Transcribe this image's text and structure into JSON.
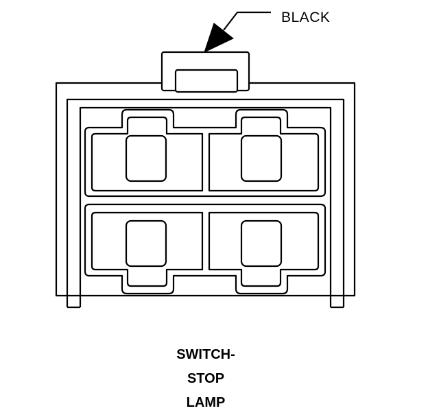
{
  "diagram": {
    "color_label": "BLACK",
    "title_lines": [
      "SWITCH-",
      "STOP",
      "LAMP"
    ],
    "line_color": "#000000",
    "background_color": "#ffffff",
    "terminal_count": 4
  }
}
